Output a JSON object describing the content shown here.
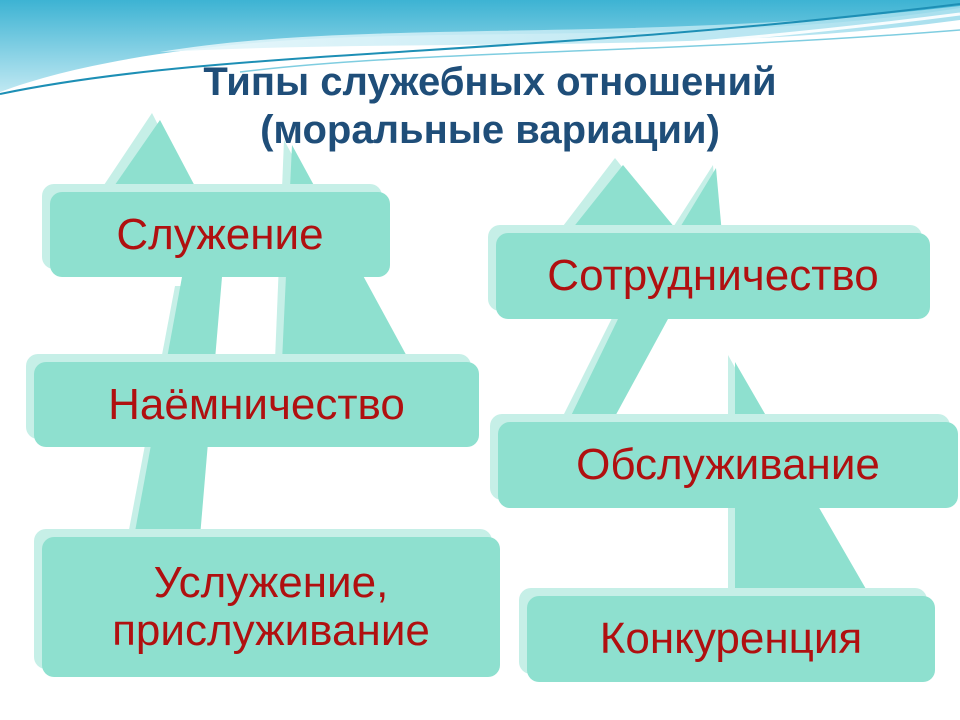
{
  "title": {
    "line1": "Типы служебных отношений",
    "line2": "(моральные вариации)"
  },
  "left_column": [
    {
      "label": "Служение"
    },
    {
      "label": "Наёмничество"
    },
    {
      "label": "Услужение, прислуживание"
    }
  ],
  "right_column": [
    {
      "label": "Сотрудничество"
    },
    {
      "label": "Обслуживание"
    },
    {
      "label": "Конкуренция"
    }
  ],
  "colors": {
    "box_fill": "#8ee0cf",
    "box_shadow": "#c6efe7",
    "arrow_fill": "#8ee0cf",
    "label_text": "#b01010",
    "title_text": "#1f4e79",
    "wave_blue": "#2fa7c9"
  }
}
